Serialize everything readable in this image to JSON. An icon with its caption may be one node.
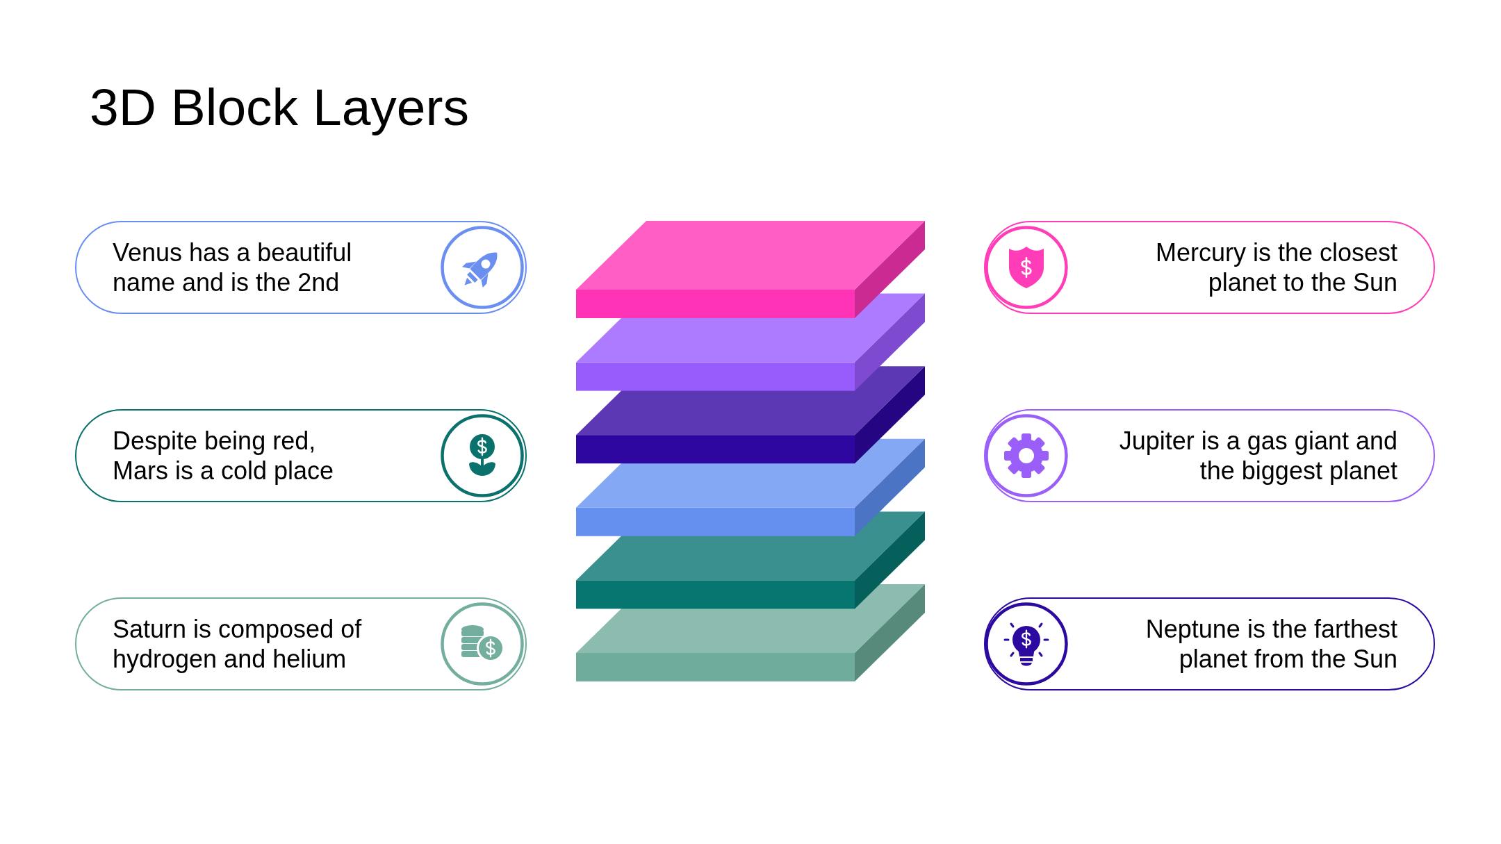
{
  "diagram": {
    "title": "3D Block Layers",
    "nodes": [
      {
        "text": [
          "Venus has a beautiful name and is the 2nd"
        ]
      },
      {
        "text": [
          "Mercury is the closest planet to the Sun"
        ]
      },
      {
        "text": [
          "Despite being red, Mars is a cold place"
        ]
      },
      {
        "text": [
          "Jupiter is a gas giant and the biggest planet"
        ]
      },
      {
        "text": [
          "Saturn is composed of hydrogen and helium"
        ]
      },
      {
        "text": [
          "Neptune is the farthest planet from the Sun"
        ]
      }
    ]
  }
}
